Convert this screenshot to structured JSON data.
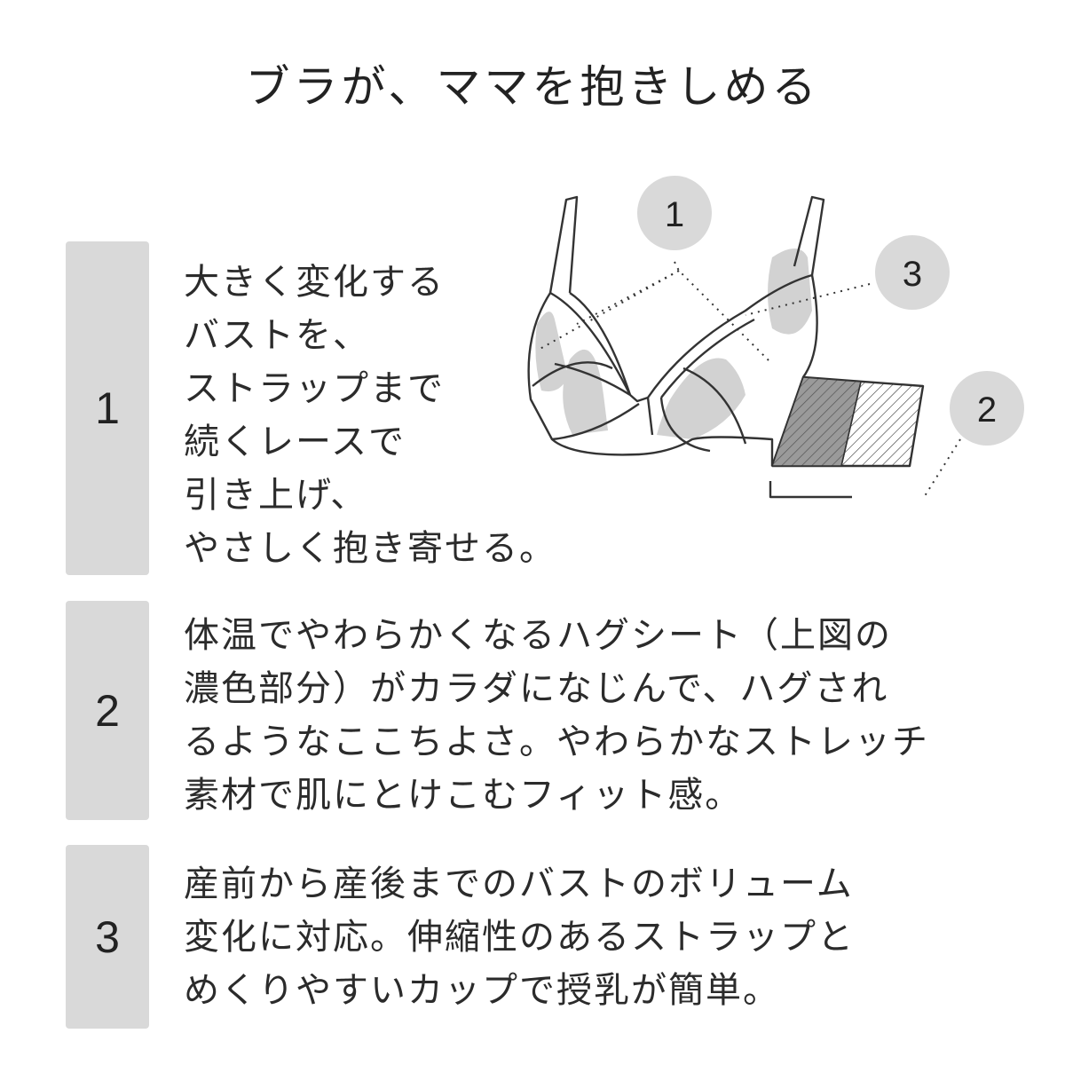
{
  "title": "ブラが、ママを抱きしめる",
  "features": [
    {
      "number": "1",
      "lines": [
        "大きく変化する",
        "バストを、",
        "ストラップまで",
        "続くレースで",
        "引き上げ、",
        "やさしく抱き寄せる。"
      ]
    },
    {
      "number": "2",
      "lines": [
        "体温でやわらかくなるハグシート（上図の",
        "濃色部分）がカラダになじんで、ハグされ",
        "るようなここちよさ。やわらかなストレッチ",
        "素材で肌にとけこむフィット感。"
      ]
    },
    {
      "number": "3",
      "lines": [
        "産前から産後までのバストのボリューム",
        "変化に対応。伸縮性のあるストラップと",
        "めくりやすいカップで授乳が簡単。"
      ]
    }
  ],
  "diagram": {
    "callouts": [
      "1",
      "3",
      "2"
    ],
    "colors": {
      "callout_fill": "#d9d9d9",
      "shading": "#cfcfcf",
      "dark_panel": "#9a9a9a",
      "outline": "#333333"
    }
  }
}
